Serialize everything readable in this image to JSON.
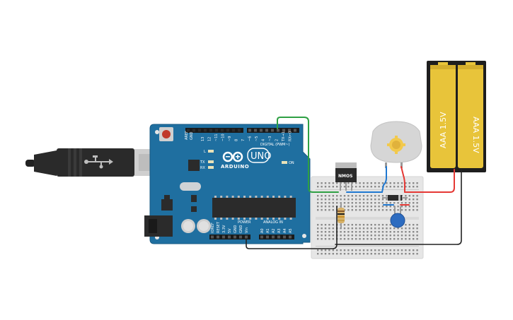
{
  "arduino": {
    "logo_text": "ARDUINO",
    "model": "UNO",
    "digital_header": "DIGITAL (PWM~)",
    "power_label": "POWER",
    "analog_label": "ANALOG IN",
    "on_label": "ON",
    "led_l": "L",
    "led_tx": "TX",
    "led_rx": "RX",
    "aref": "AREF",
    "gnd": "GND",
    "pins_top": [
      "13",
      "12",
      "~11",
      "~10",
      "~9",
      "8",
      "7",
      "~6",
      "~5",
      "4",
      "~3",
      "2",
      "TX→1",
      "RX←0"
    ],
    "pins_power": [
      "IOREF",
      "RESET",
      "3.3V",
      "5V",
      "GND",
      "GND",
      "Vin"
    ],
    "pins_analog": [
      "A0",
      "A1",
      "A2",
      "A3",
      "A4",
      "A5"
    ]
  },
  "transistor": {
    "label": "NMOS"
  },
  "battery": {
    "cell1": "AAA 1.5V",
    "cell2": "AAA 1.5V"
  },
  "colors": {
    "board_blue": "#1f6fa0",
    "wire_green": "#2ea043",
    "wire_red": "#e53935",
    "wire_blue": "#1f78d1",
    "wire_black": "#222222",
    "battery_yellow": "#e8c43a"
  }
}
